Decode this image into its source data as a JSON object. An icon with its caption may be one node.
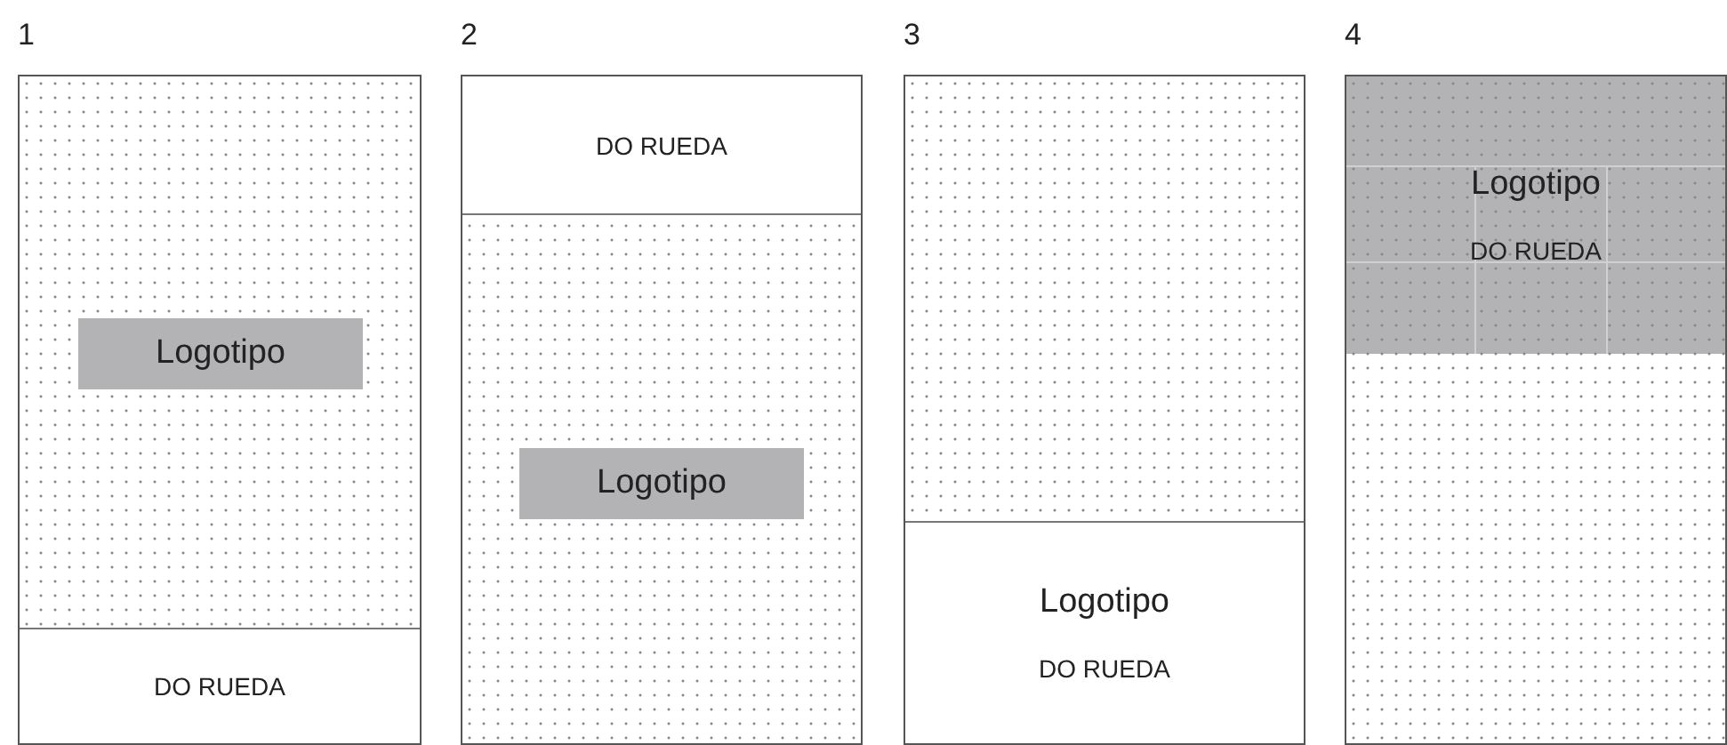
{
  "diagram": {
    "nodes": [
      {
        "text": [],
        "shape": "box"
      },
      {
        "text": [
          "Logotipo"
        ],
        "in": 0
      },
      {
        "text": [
          "DO RUEDA"
        ],
        "in": 0
      },
      {
        "text": [],
        "shape": "box"
      },
      {
        "text": [
          "DO RUEDA"
        ],
        "in": 3
      },
      {
        "text": [
          "Logotipo"
        ],
        "in": 3
      },
      {
        "text": [],
        "shape": "box"
      },
      {
        "text": [
          "Logotipo",
          "DO RUEDA"
        ],
        "in": 6
      },
      {
        "text": [],
        "shape": "box"
      },
      {
        "text": [
          "Logotipo",
          "DO RUEDA"
        ],
        "in": 8
      }
    ],
    "labels": [
      "1",
      "2",
      "3",
      "4"
    ]
  }
}
